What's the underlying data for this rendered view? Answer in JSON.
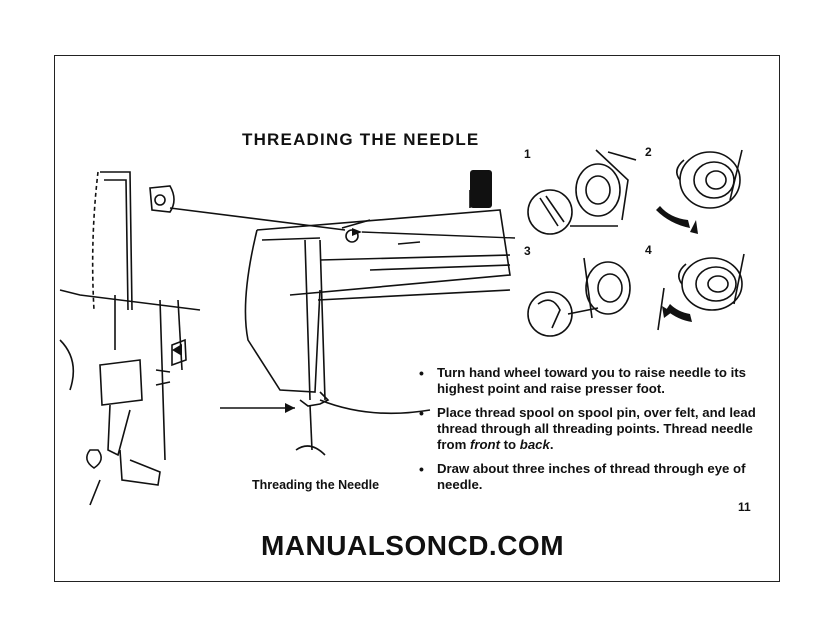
{
  "page": {
    "title": "THREADING THE NEEDLE",
    "caption": "Threading the Needle",
    "page_number": "11",
    "watermark": "MANUALSONCD.COM"
  },
  "steps": [
    "1",
    "2",
    "3",
    "4"
  ],
  "instructions": [
    "Turn hand wheel toward you to raise needle to its highest point and raise presser foot.",
    "Place thread spool on spool pin, over felt, and lead thread through all threading points. Thread needle from front to back.",
    "Draw about three inches of thread through eye of needle."
  ],
  "instruction_parts": {
    "b2_before": "Place thread spool on spool pin, over felt, and lead thread through all threading points. Thread needle from ",
    "b2_em1": "front",
    "b2_mid": " to ",
    "b2_em2": "back",
    "b2_after": "."
  }
}
